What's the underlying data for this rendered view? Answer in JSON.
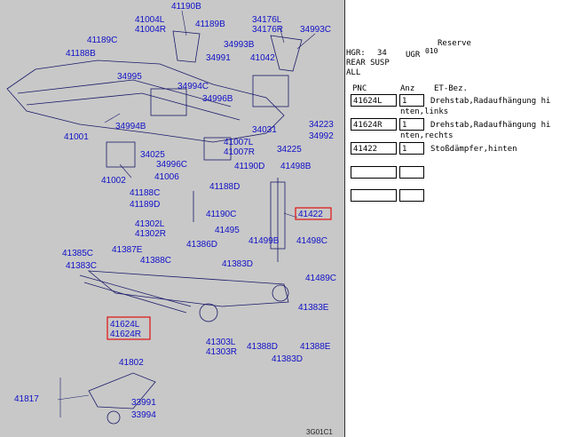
{
  "diagram": {
    "code": "3G01C1",
    "labels": [
      "41190B",
      "41004L",
      "41004R",
      "41189B",
      "34176L",
      "34176R",
      "34993C",
      "41189C",
      "34993B",
      "41188B",
      "34991",
      "41042",
      "34995",
      "34994C",
      "34996B",
      "34994B",
      "41001",
      "34031",
      "34223",
      "34992",
      "34025",
      "41007L",
      "41007R",
      "34225",
      "34996C",
      "41190D",
      "41498B",
      "41002",
      "41006",
      "41188D",
      "41188C",
      "41189D",
      "41190C",
      "41495",
      "41499B",
      "41498C",
      "41302L",
      "41302R",
      "41386D",
      "41385C",
      "41387E",
      "41383C",
      "41388C",
      "41383D",
      "41489C",
      "41383E",
      "41303L",
      "41303R",
      "41388D",
      "41388E",
      "41383D",
      "41802",
      "41817",
      "33991",
      "33994"
    ],
    "highlighted": [
      "41422",
      "41624L",
      "41624R"
    ]
  },
  "header": {
    "hgr_label": "HGR:",
    "hgr_value": "34",
    "ugr_label": "UGR",
    "ugr_value": "010",
    "reserve": "Reserve",
    "line2": "REAR SUSP",
    "line3": "ALL"
  },
  "table": {
    "headers": [
      "PNC",
      "Anz",
      "ET-Bez."
    ],
    "rows": [
      {
        "pnc": "41624L",
        "anz": "1",
        "desc1": "Drehstab,Radaufhängung hi",
        "desc2": "nten,links"
      },
      {
        "pnc": "41624R",
        "anz": "1",
        "desc1": "Drehstab,Radaufhängung hi",
        "desc2": "nten,rechts"
      },
      {
        "pnc": "41422",
        "anz": "1",
        "desc1": "Stoßdämpfer,hinten",
        "desc2": ""
      }
    ]
  }
}
